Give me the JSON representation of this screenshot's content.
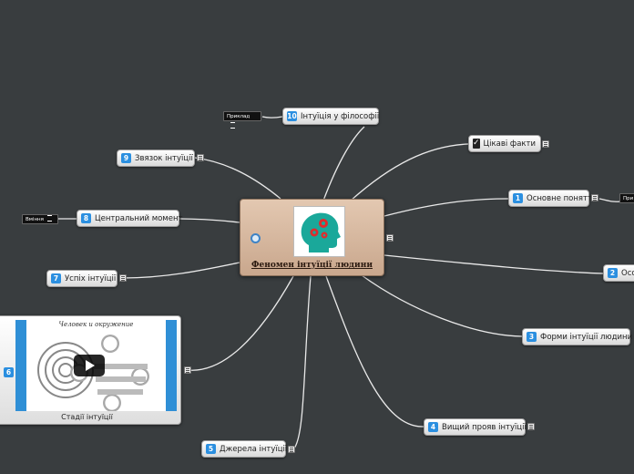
{
  "central": {
    "title": "Феномен інтуїції людини",
    "image_icon": "head-with-gears-icon",
    "task_icon": "task-progress-icon"
  },
  "topics": {
    "t1": {
      "num": "1",
      "label": "Основне поняття"
    },
    "t2": {
      "num": "2",
      "label": "Осо"
    },
    "t3": {
      "num": "3",
      "label": "Форми інтуїції людини"
    },
    "t4": {
      "num": "4",
      "label": "Вищий прояв інтуїції"
    },
    "t5": {
      "num": "5",
      "label": "Джерела інтуїції"
    },
    "t6": {
      "num": "6",
      "label": "Стадії інтуїції",
      "video_caption": "Человек и окружение"
    },
    "t7": {
      "num": "7",
      "label": "Успіх інтуїції"
    },
    "t8": {
      "num": "8",
      "label": "Центральний момент"
    },
    "t9": {
      "num": "9",
      "label": "Звязок інтуїції"
    },
    "t10": {
      "num": "10",
      "label": "Інтуїція у філософії"
    },
    "facts": {
      "label": "Цікаві факти",
      "icon": "checkbox-checked-icon"
    }
  },
  "subtopics": {
    "example_left": "Приклад",
    "example_right": "При",
    "influence": "Вміння"
  },
  "colors": {
    "background": "#393d3f",
    "central_fill": "#d8b9a0",
    "number_badge": "#2b8fe0",
    "link": "#e9e9e9"
  }
}
